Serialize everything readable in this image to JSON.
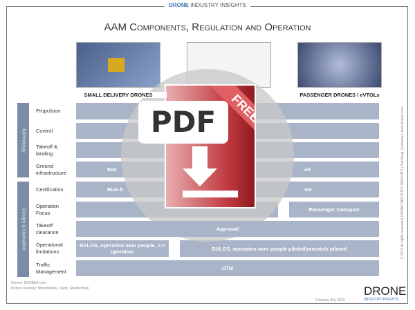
{
  "header": {
    "brand": "DRONE",
    "rest": "INDUSTRY INSIGHTS"
  },
  "title": "AAM Components, Regulation and Operation",
  "columns": [
    "SMALL DELIVERY DRONES",
    "",
    "PASSENGER DRONES / eVTOLs"
  ],
  "groups": {
    "technology": "Technology",
    "design": "Design & Operation"
  },
  "rows": [
    {
      "label": "Propulsion"
    },
    {
      "label": "Control"
    },
    {
      "label": "Takeoff & landing"
    },
    {
      "label": "Ground infrastructure",
      "left": "Bas",
      "right": "ed"
    },
    {
      "label": "Certification",
      "left": "Risk-b",
      "right": "ate"
    },
    {
      "label": "Operation Focus",
      "right": "Passenger transport"
    },
    {
      "label": "Takeoff clearance",
      "center": "Approval"
    },
    {
      "label": "Operational limitations",
      "left": "BVLOS, operation over people, 1:n operation",
      "right": "BVLOS, operation over people piloted/remotely piloted"
    },
    {
      "label": "Traffic Management",
      "center": "UTM"
    }
  ],
  "footer": {
    "source": "Source: DRONEII.com",
    "courtesy": "Picture courtesy: Microdrones, Lilium, Shutterstock",
    "date": "February 3rd, 2023",
    "logo_main": "DRONE",
    "logo_sub": "INDUSTRY INSIGHTS",
    "side_text": "© 2023 All rights reserved | DRONE INDUSTRY INSIGHTS | Hamburg, Germany | www.droneii.com"
  },
  "overlay": {
    "pdf": "PDF",
    "badge": "FREE"
  },
  "colors": {
    "accent": "#3a6fb0",
    "cell": "#a9b4c8",
    "side": "#7d8ca6",
    "pdf_red": "#c0393f"
  }
}
